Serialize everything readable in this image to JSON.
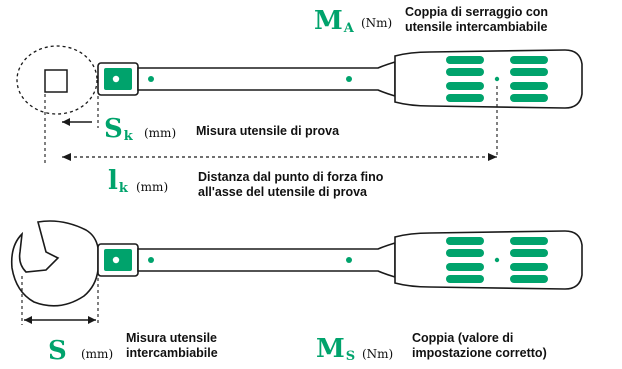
{
  "colors": {
    "accent": "#00a36c",
    "outline": "#1a1a1a"
  },
  "top": {
    "ma": {
      "letter": "M",
      "sub": "A",
      "unit": "(Nm)",
      "label_line1": "Coppia di serraggio con",
      "label_line2": "utensile intercambiabile"
    },
    "sk": {
      "letter": "S",
      "sub": "k",
      "unit": "(mm)",
      "label": "Misura utensile di prova"
    },
    "lk": {
      "letter": "l",
      "sub": "k",
      "unit": "(mm)",
      "label_line1": "Distanza dal punto di forza fino",
      "label_line2": "all'asse del utensile di prova"
    }
  },
  "bottom": {
    "s": {
      "letter": "S",
      "unit": "(mm)",
      "label_line1": "Misura utensile",
      "label_line2": "intercambiabile"
    },
    "ms": {
      "letter": "M",
      "sub": "S",
      "unit": "(Nm)",
      "label_line1": "Coppia (valore di",
      "label_line2": "impostazione corretto)"
    }
  }
}
